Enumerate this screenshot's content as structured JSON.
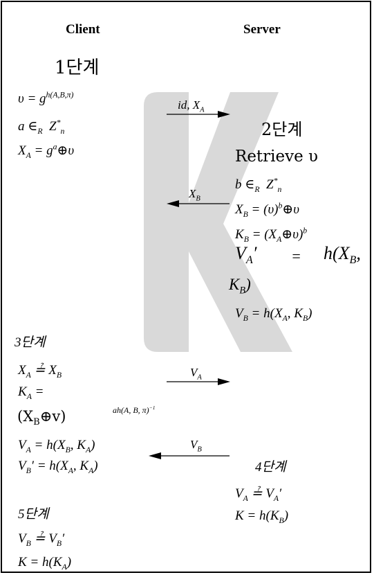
{
  "headers": {
    "client": "Client",
    "server": "Server"
  },
  "client": {
    "step1": "1단계",
    "v_def_lhs": "υ =",
    "v_def_base": "g",
    "v_def_exp": "h(A,B,π)",
    "a_choice": "a ∈",
    "a_sub": "R",
    "a_set": "Z",
    "a_set_sup": "*",
    "a_set_sub": "n",
    "xa_lhs": "X",
    "xa_lhs_sub": "A",
    "xa_eq": "= g",
    "xa_exp": "a",
    "xa_tail": "⊕υ",
    "step3": "3단계",
    "check1_a": "X",
    "check1_a_sub": "A",
    "check1_eq": "≟",
    "check1_b": "X",
    "check1_b_sub": "B",
    "ka_lhs": "K",
    "ka_lhs_sub": "A",
    "ka_eq": "=",
    "ka_expr": "(X",
    "ka_expr_sub": "B",
    "ka_expr_tail": "⊕v)",
    "ka_exp": "ah(A, B, π)",
    "ka_exp_sup": "−1",
    "va_def": "V",
    "va_def_sub": "A",
    "va_def_tail": "= h(X",
    "va_def_sub2": "B",
    "va_def_tail2": ", K",
    "va_def_sub3": "A",
    "va_def_end": ")",
    "vbp_def": "V",
    "vbp_def_sub": "B",
    "vbp_def_tail": "′ = h(X",
    "vbp_def_sub2": "A",
    "vbp_def_tail2": ", K",
    "vbp_def_sub3": "A",
    "vbp_def_end": ")",
    "step5": "5단계",
    "check3_a": "V",
    "check3_a_sub": "B",
    "check3_eq": "≟",
    "check3_b": "V",
    "check3_b_sub": "B",
    "check3_tail": "′",
    "k_final": "K = h(K",
    "k_final_sub": "A",
    "k_final_end": ")"
  },
  "server": {
    "step2": "2단계",
    "retrieve": "Retrieve υ",
    "b_choice": "b ∈",
    "b_sub": "R",
    "b_set": "Z",
    "b_set_sup": "*",
    "b_set_sub": "n",
    "xb_lhs": "X",
    "xb_lhs_sub": "B",
    "xb_eq": "= (υ)",
    "xb_exp": "b",
    "xb_tail": "⊕υ",
    "kb_lhs": "K",
    "kb_lhs_sub": "B",
    "kb_eq": "= (X",
    "kb_eq_sub": "A",
    "kb_tail": "⊕υ)",
    "kb_exp": "b",
    "vap_lhs": "V",
    "vap_lhs_sub": "A",
    "vap_prime": "′",
    "vap_eq": "=",
    "vap_rhs": "h(X",
    "vap_rhs_sub": "B",
    "vap_rhs_tail": ",",
    "vap_wrap": "K",
    "vap_wrap_sub": "B",
    "vap_wrap_end": ")",
    "vb_def": "V",
    "vb_def_sub": "B",
    "vb_def_tail": "= h(X",
    "vb_def_sub2": "A",
    "vb_def_tail2": ", K",
    "vb_def_sub3": "B",
    "vb_def_end": ")",
    "step4": "4단계",
    "check2_a": "V",
    "check2_a_sub": "A",
    "check2_eq": "≟",
    "check2_b": "V",
    "check2_b_sub": "A",
    "check2_tail": "′",
    "k_final": "K = h(K",
    "k_final_sub": "B",
    "k_final_end": ")"
  },
  "messages": {
    "m1": "id, X",
    "m1_sub": "A",
    "m2": "X",
    "m2_sub": "B",
    "m3": "V",
    "m3_sub": "A",
    "m4": "V",
    "m4_sub": "B"
  },
  "colors": {
    "watermark": "#d6d6d6",
    "ink": "#000000",
    "border": "#000000"
  }
}
